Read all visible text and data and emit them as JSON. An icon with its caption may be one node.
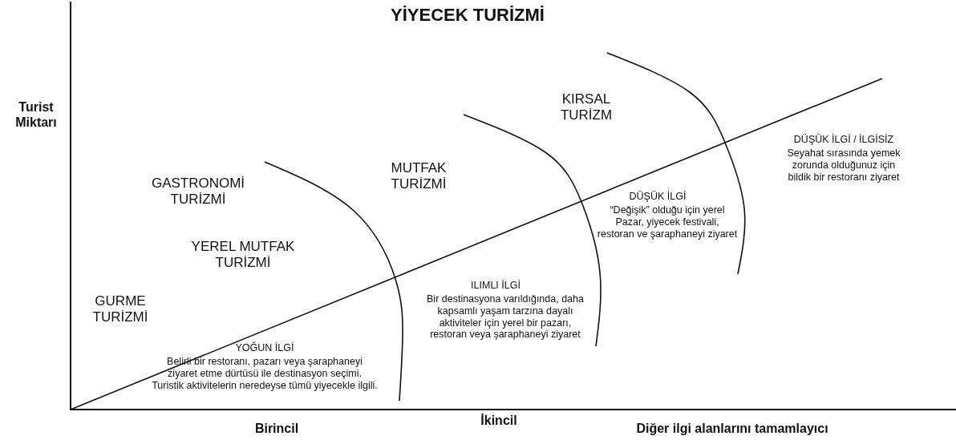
{
  "diagram": {
    "title": "YİYECEK TURİZMİ",
    "labels": [
      "Turist Miktarı",
      "KIRSAL TURİZM",
      "DÜŞÜK İLGİ / İLGİSİZ",
      "Seyahat sırasında yemek zorunda olduğunuz için bildik bir restoranı ziyaret",
      "GASTRONOMİ TURİZMİ",
      "MUTFAK TURİZMİ",
      "DÜŞÜK İLGİ",
      "“Değişik” olduğu için yerel Pazar, yiyecek festivali, restoran ve şaraphaneyi ziyaret",
      "YEREL MUTFAK TURİZMİ",
      "ILIMLI İLGİ",
      "Bir destinasyona varıldığında, daha kapsamlı yaşam tarzına dayalı aktiviteler için yerel bir pazarı, restoran veya şaraphaneyi ziyaret",
      "GURME TURİZMİ",
      "YOĞUN İLGİ",
      "Belirli bir restoranı, pazarı veya şaraphaneyi ziyaret etme dürtüsü ile destinasyon seçimi. Turistik aktivitelerin neredeyse tümü yiyecekle ilgili.",
      "Birincil",
      "İkincil",
      "Diğer ilgi alanlarını tamamlayıcı"
    ]
  }
}
